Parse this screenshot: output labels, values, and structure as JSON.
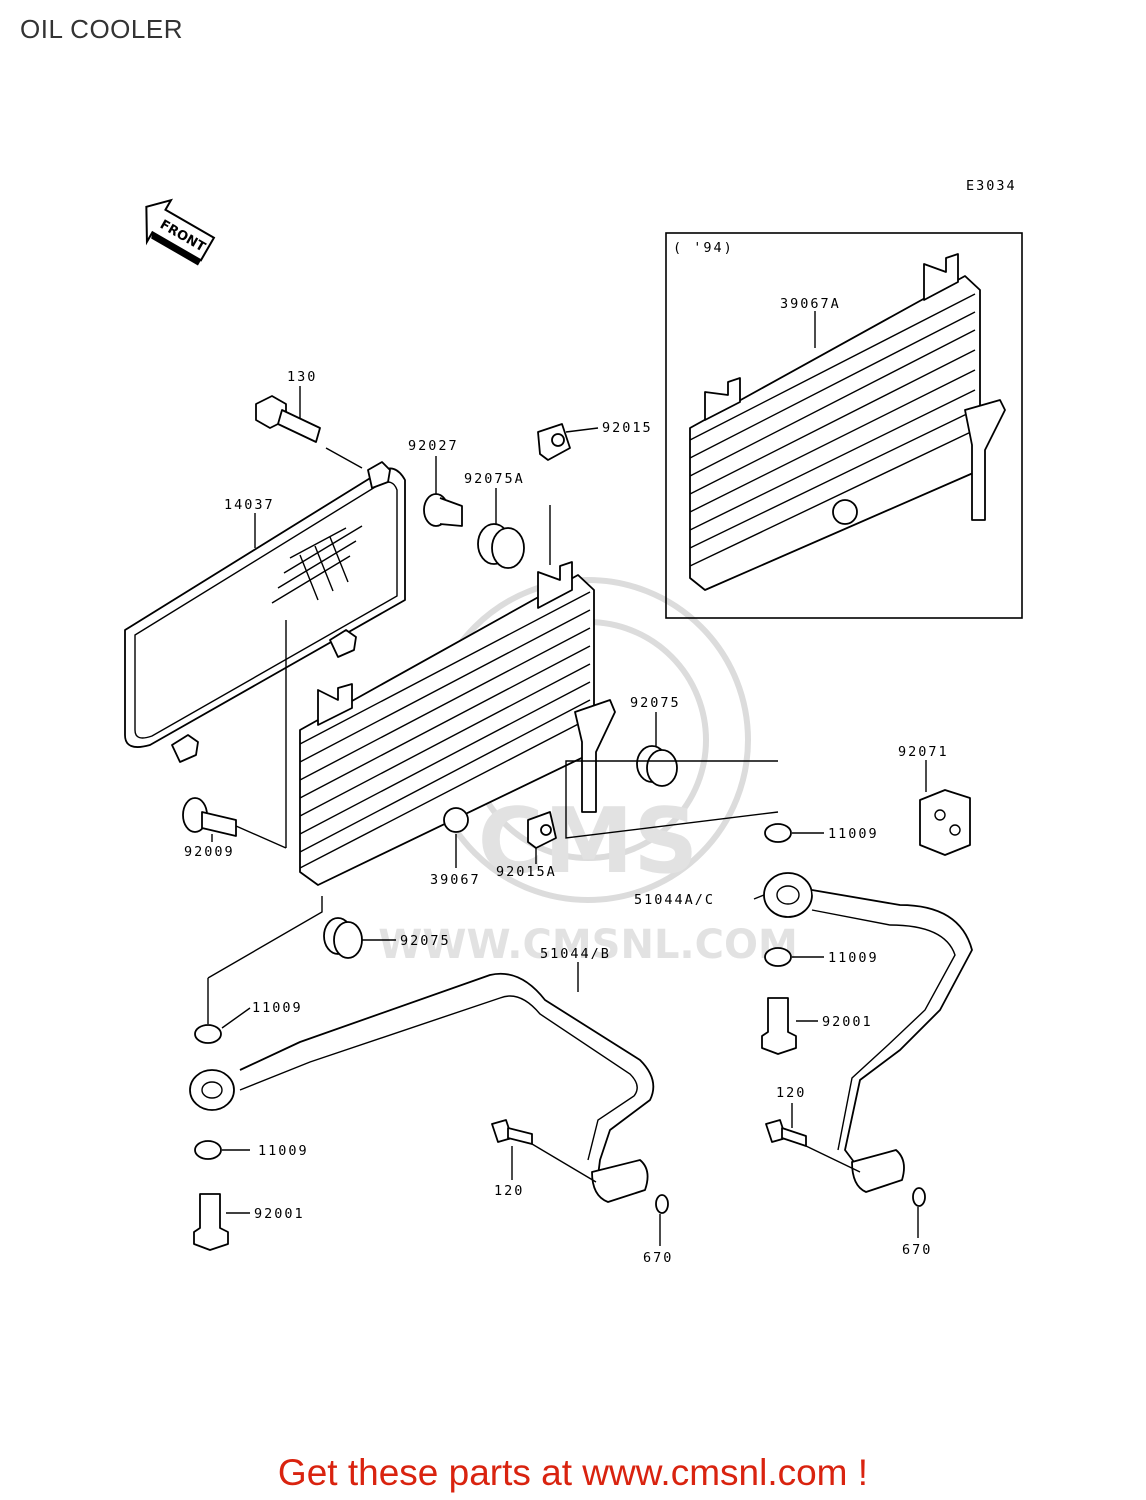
{
  "page": {
    "title": "OIL COOLER",
    "diagram_code": "E3034",
    "front_label": "FRONT",
    "inset_label": "( '94)",
    "watermark_text": "WWW.CMSNL.COM",
    "watermark_logo": "CMS",
    "footer": "Get these parts at www.cmsnl.com !"
  },
  "parts": [
    {
      "key": "p130",
      "number": "130"
    },
    {
      "key": "p14037",
      "number": "14037"
    },
    {
      "key": "p92027",
      "number": "92027"
    },
    {
      "key": "p92075A",
      "number": "92075A"
    },
    {
      "key": "p92015",
      "number": "92015"
    },
    {
      "key": "p39067A",
      "number": "39067A"
    },
    {
      "key": "p92075_a",
      "number": "92075"
    },
    {
      "key": "p92071",
      "number": "92071"
    },
    {
      "key": "p11009_a",
      "number": "11009"
    },
    {
      "key": "p92009",
      "number": "92009"
    },
    {
      "key": "p39067",
      "number": "39067"
    },
    {
      "key": "p92015A",
      "number": "92015A"
    },
    {
      "key": "p51044AC",
      "number": "51044A/C"
    },
    {
      "key": "p92075_b",
      "number": "92075"
    },
    {
      "key": "p51044B",
      "number": "51044/B"
    },
    {
      "key": "p11009_b",
      "number": "11009"
    },
    {
      "key": "p11009_c",
      "number": "11009"
    },
    {
      "key": "p92001_a",
      "number": "92001"
    },
    {
      "key": "p120_a",
      "number": "120"
    },
    {
      "key": "p11009_d",
      "number": "11009"
    },
    {
      "key": "p92001_b",
      "number": "92001"
    },
    {
      "key": "p120_b",
      "number": "120"
    },
    {
      "key": "p670_a",
      "number": "670"
    },
    {
      "key": "p670_b",
      "number": "670"
    }
  ]
}
